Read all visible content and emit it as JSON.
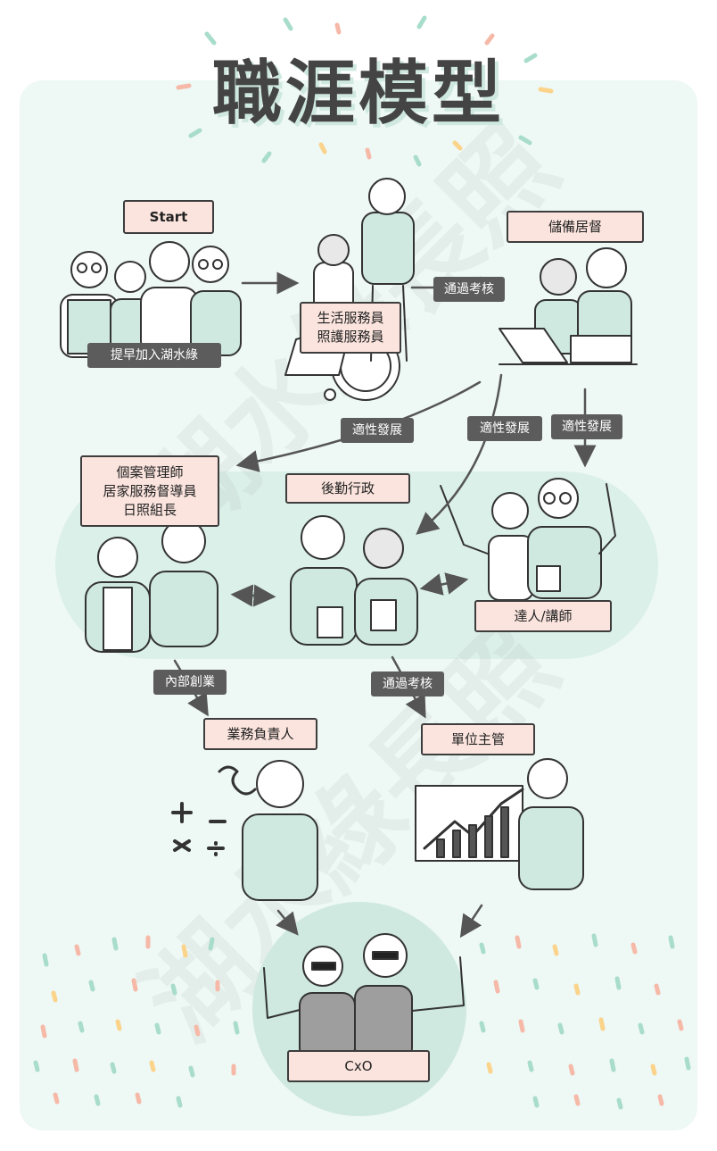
{
  "title": "職涯模型",
  "watermark": "湖水綠長照",
  "colors": {
    "mint": "#eef8f4",
    "mint_dark": "#cfe9e0",
    "pink": "#fbe4de",
    "tag_gray": "#5c5c5c",
    "line": "#3d3d3d"
  },
  "stages": {
    "start": "Start",
    "join": "提早加入湖水綠",
    "caregiver": "生活服務員\n照護服務員",
    "reserve_supervisor": "儲備居督",
    "management": "個案管理師\n居家服務督導員\n日照組長",
    "logistics": "後勤行政",
    "expert": "達人/講師",
    "business_lead": "業務負責人",
    "unit_head": "單位主管",
    "cxo": "CxO"
  },
  "transitions": {
    "pass_review_top": "通過考核",
    "fit_dev_1": "適性發展",
    "fit_dev_2": "適性發展",
    "fit_dev_3": "適性發展",
    "internal_venture": "內部創業",
    "pass_review_bottom": "通過考核"
  }
}
